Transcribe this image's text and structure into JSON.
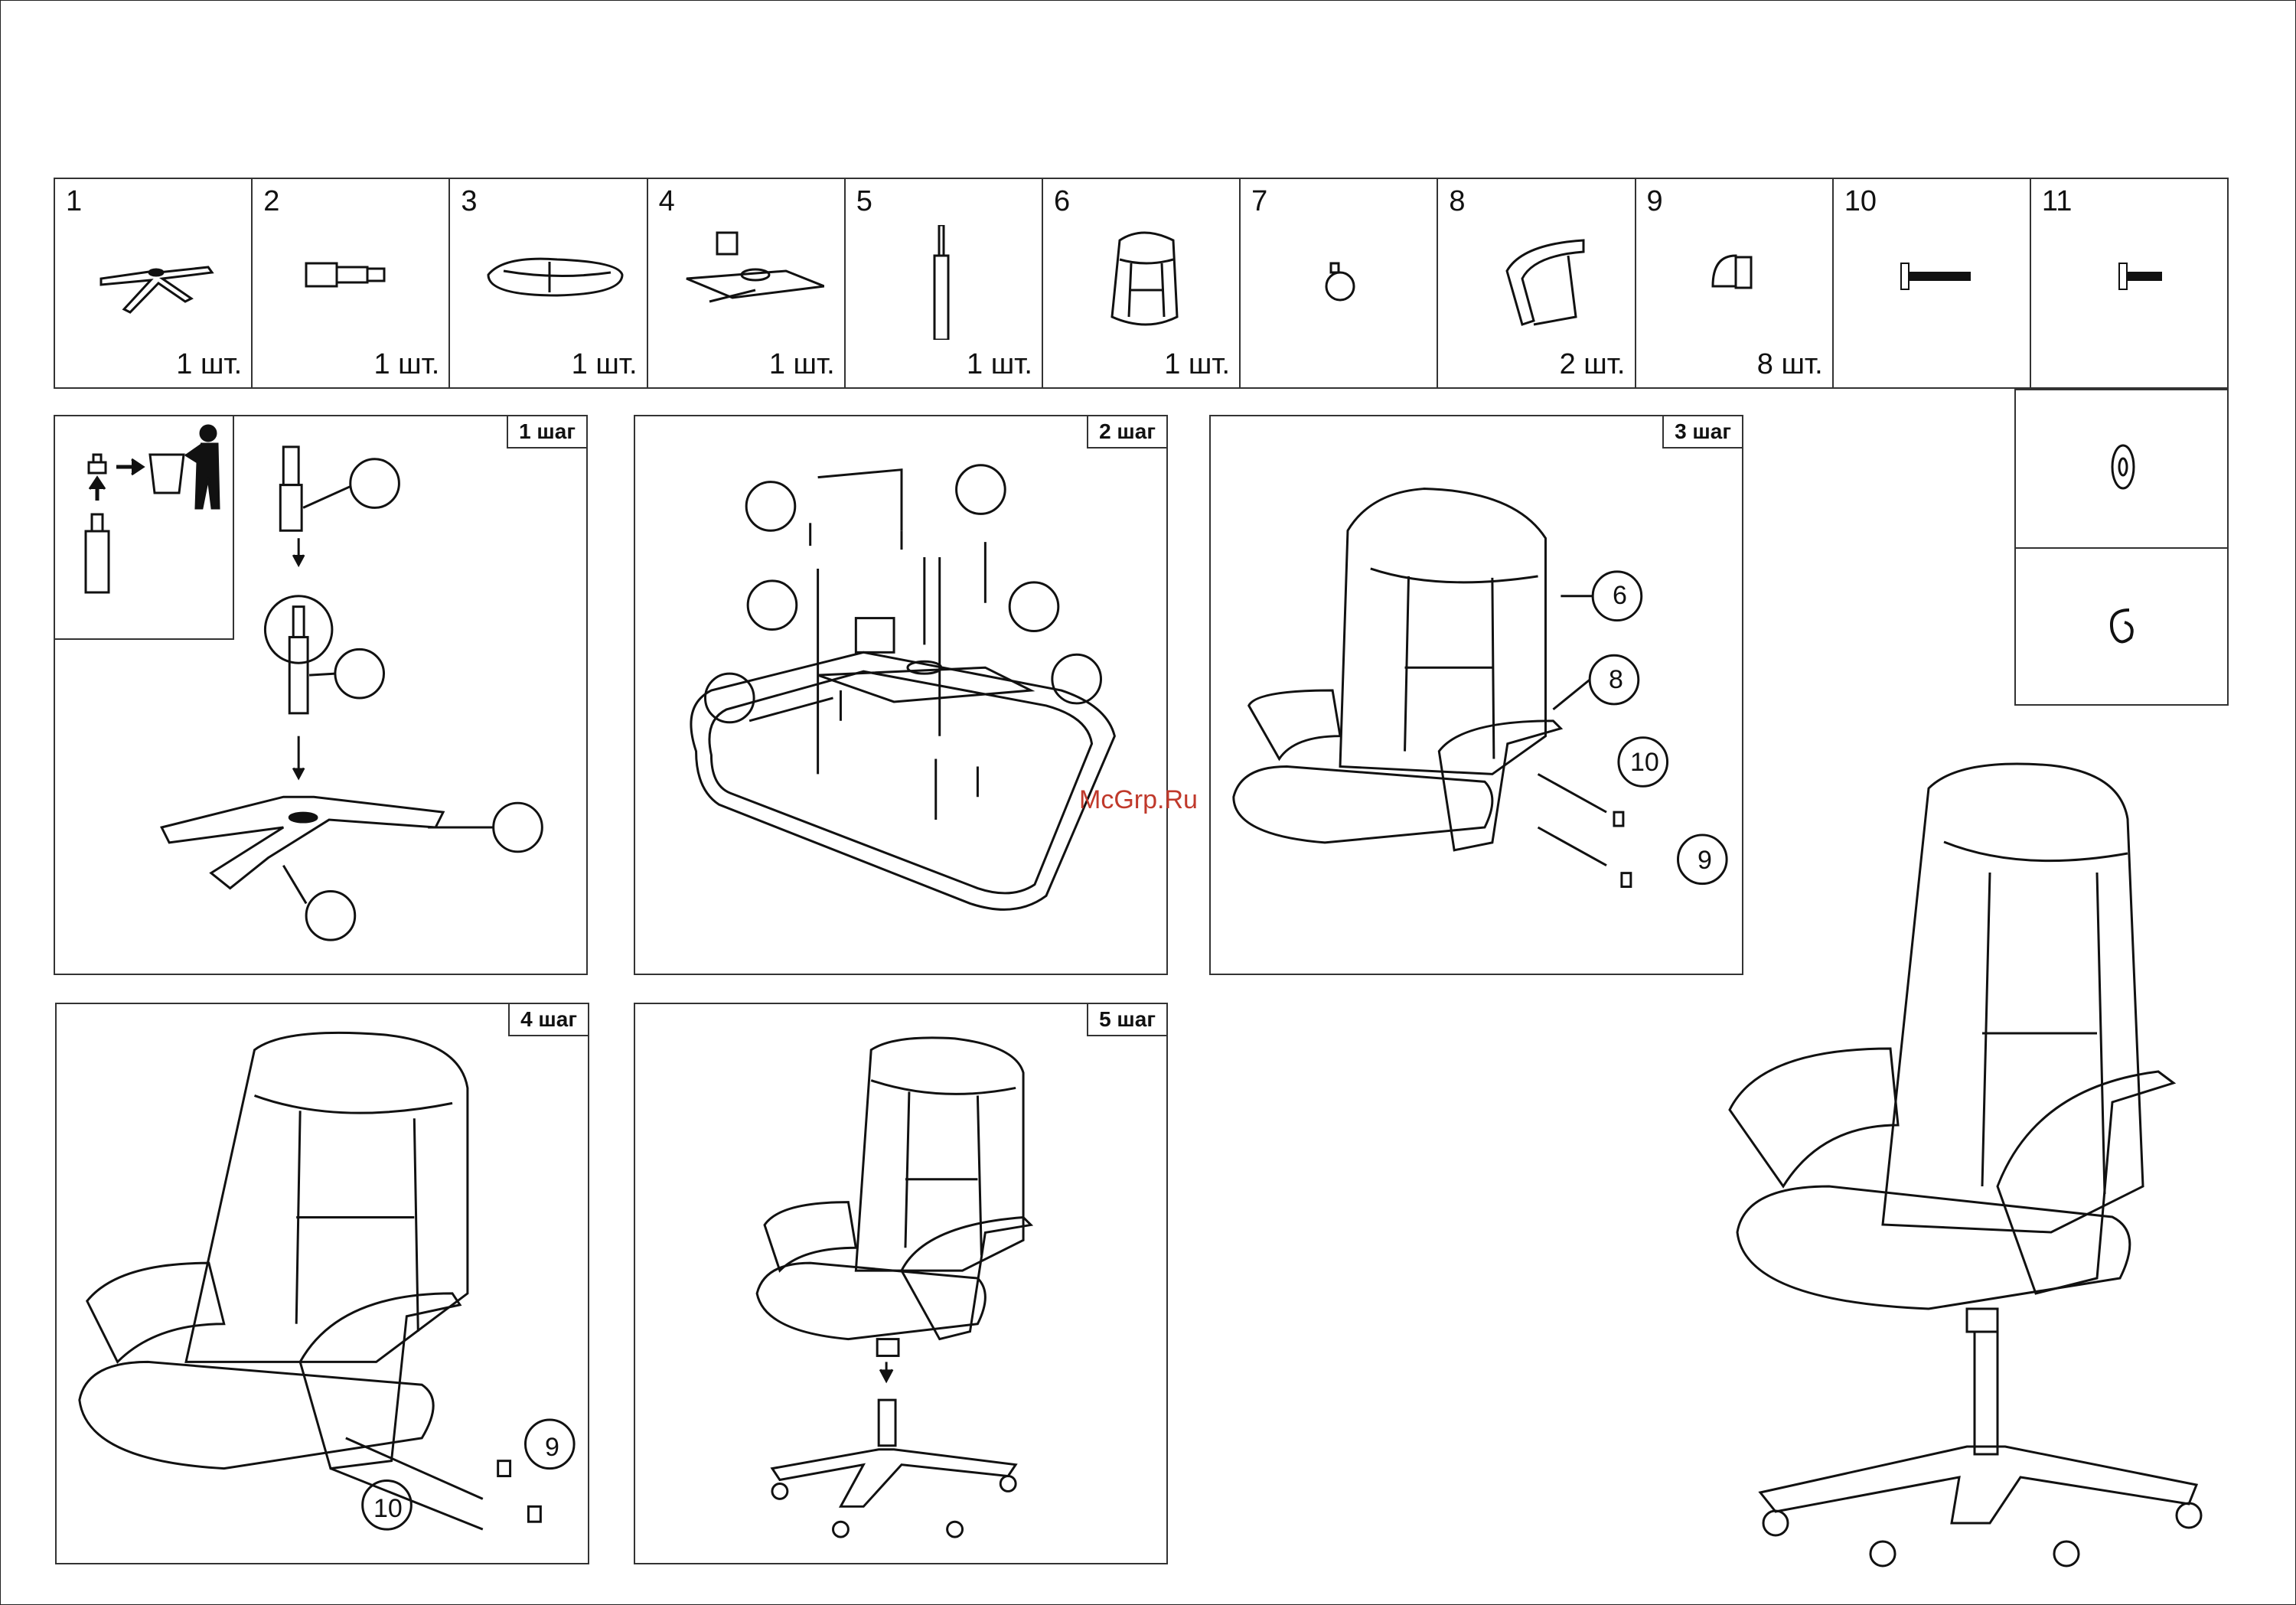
{
  "parts": [
    {
      "num": "1",
      "qty": "1 шт.",
      "icon": "star-base-icon"
    },
    {
      "num": "2",
      "qty": "1 шт.",
      "icon": "adapter-sleeve-icon"
    },
    {
      "num": "3",
      "qty": "1 шт.",
      "icon": "seat-cushion-icon"
    },
    {
      "num": "4",
      "qty": "1 шт.",
      "icon": "tilt-mechanism-icon"
    },
    {
      "num": "5",
      "qty": "1 шт.",
      "icon": "gas-lift-icon"
    },
    {
      "num": "6",
      "qty": "1 шт.",
      "icon": "backrest-icon"
    },
    {
      "num": "7",
      "qty": "",
      "icon": "caster-icon"
    },
    {
      "num": "8",
      "qty": "2 шт.",
      "icon": "armrest-icon"
    },
    {
      "num": "9",
      "qty": "8 шт.",
      "icon": "cap-nut-icon"
    },
    {
      "num": "10",
      "qty": "",
      "icon": "bolt-icon"
    },
    {
      "num": "11",
      "qty": "",
      "icon": "bolt-icon"
    }
  ],
  "steps": {
    "s1": "1 шаг",
    "s2": "2 шаг",
    "s3": "3 шаг",
    "s4": "4 шаг",
    "s5": "5 шаг"
  },
  "callouts": {
    "six": "6",
    "eight": "8",
    "ten": "10",
    "nine": "9"
  },
  "watermark": "McGrp.Ru"
}
